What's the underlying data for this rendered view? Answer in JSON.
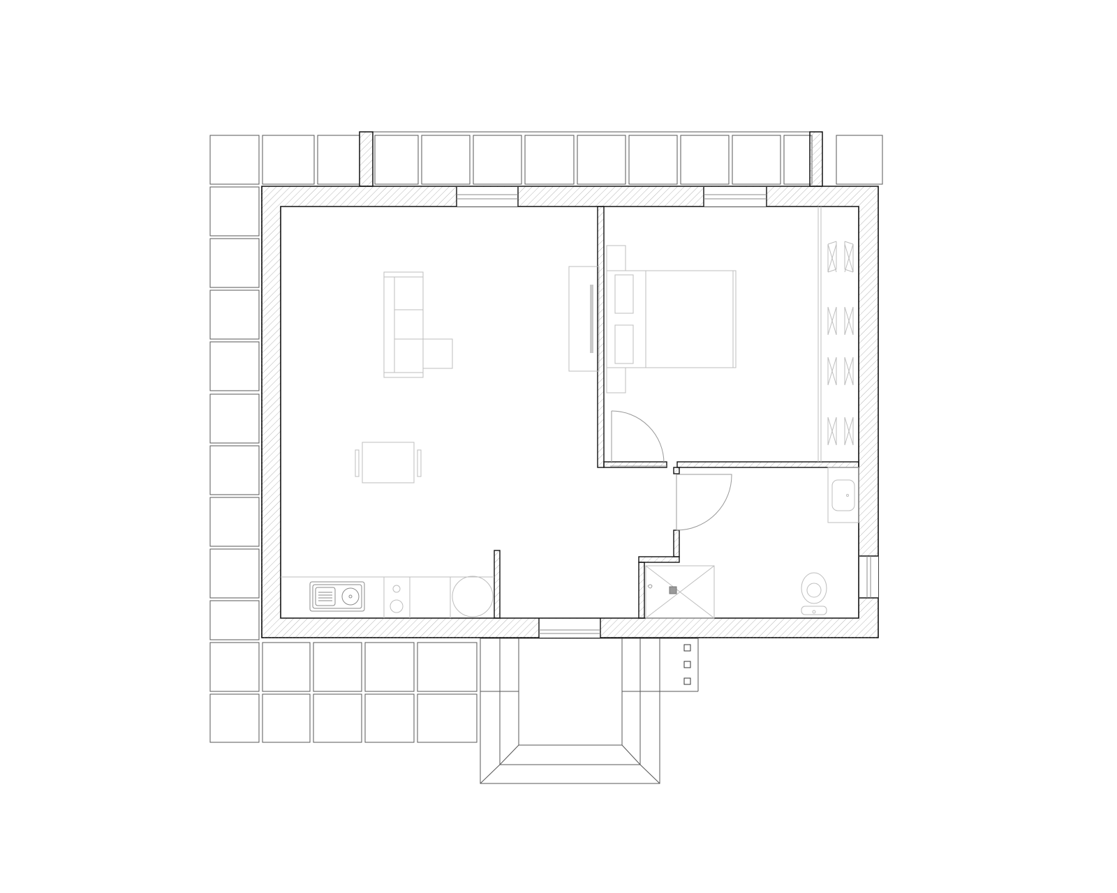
{
  "plan": {
    "rooms": [
      "living-kitchen",
      "bedroom",
      "bathroom",
      "entrance-porch"
    ],
    "colors": {
      "background": "#ffffff",
      "wall_outline": "#111111",
      "wall_hatch": "#b5b5b5",
      "paving": "#555555",
      "furniture": "#bdbdbd",
      "fixtures": "#8a8a8a"
    },
    "icons": [
      "sofa-icon",
      "dining-table-icon",
      "bed-icon",
      "tv-unit-icon",
      "wardrobe-icon",
      "sink-icon",
      "cooktop-icon",
      "washbasin-icon",
      "toilet-icon",
      "shower-tray-icon",
      "door-swing-icon",
      "window-icon"
    ]
  }
}
